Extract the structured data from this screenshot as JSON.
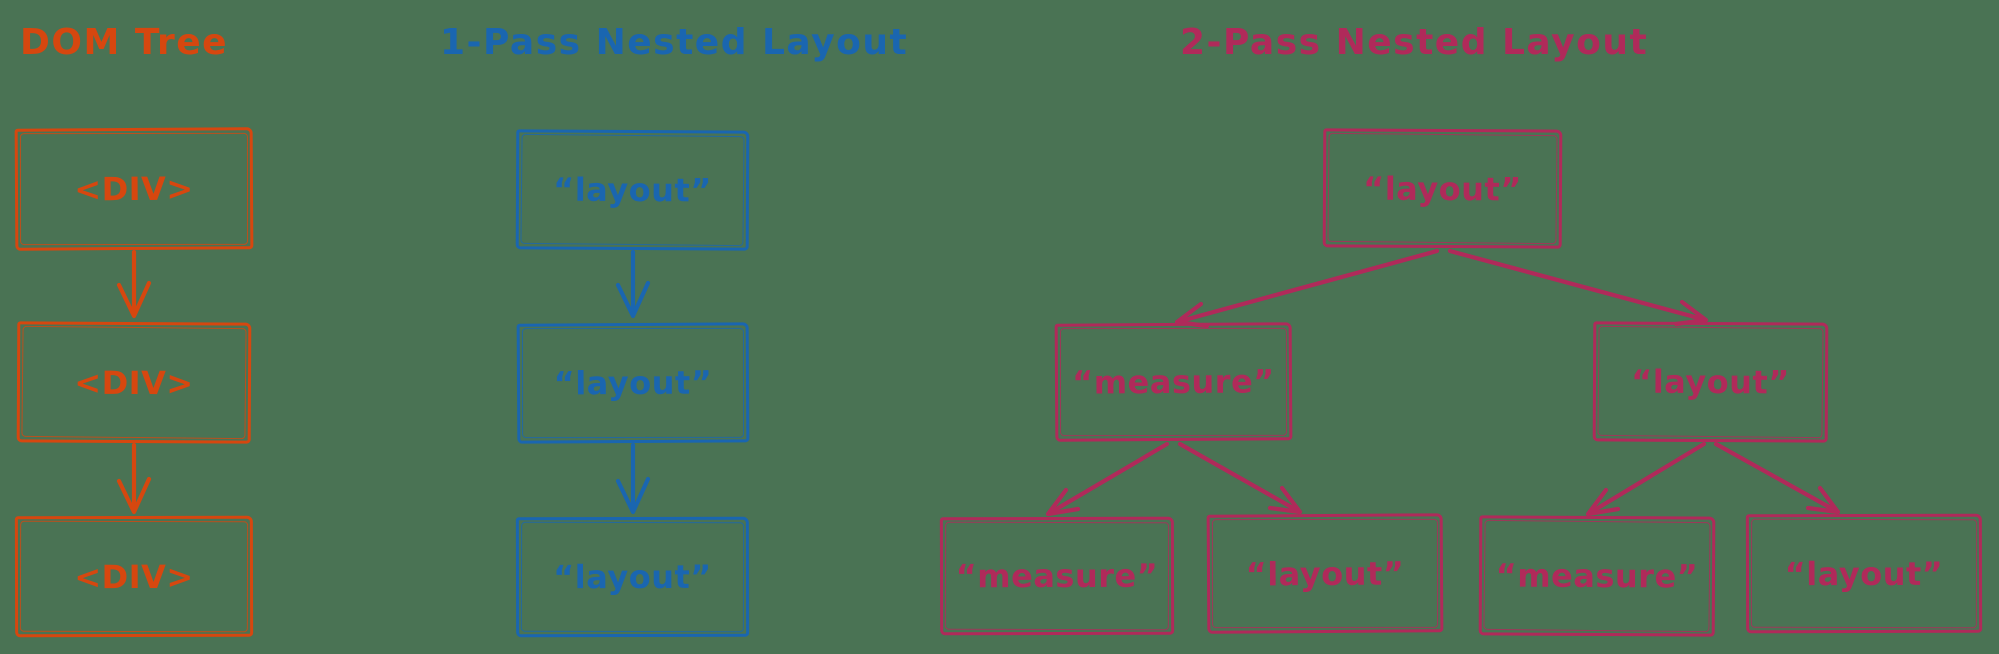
{
  "colors": {
    "bg": "#4a7354",
    "orange": "#d6470f",
    "blue": "#1a66b0",
    "pink": "#b02a5a"
  },
  "sections": [
    {
      "title": "DOM Tree",
      "boxes": [
        "<DIV>",
        "<DIV>",
        "<DIV>"
      ]
    },
    {
      "title": "1-Pass Nested Layout",
      "boxes": [
        "“layout”",
        "“layout”",
        "“layout”"
      ]
    },
    {
      "title": "2-Pass Nested Layout",
      "nodes": {
        "root": "“layout”",
        "mid_left": "“measure”",
        "mid_right": "“layout”",
        "leaf_a": "“measure”",
        "leaf_b": "“layout”",
        "leaf_c": "“measure”",
        "leaf_d": "“layout”"
      }
    }
  ]
}
